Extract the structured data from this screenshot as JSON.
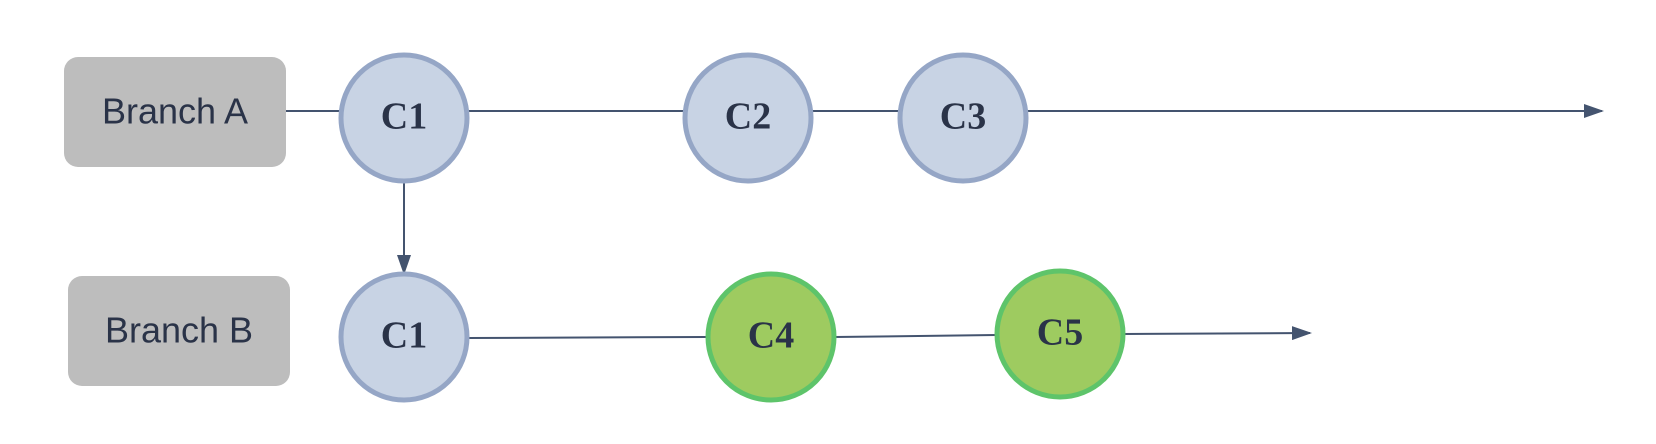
{
  "colors": {
    "label_fill": "#bdbdbd",
    "label_text": "#2a3348",
    "line": "#44546f",
    "commit_default_fill": "#c8d3e4",
    "commit_default_stroke": "#95a6c6",
    "commit_new_fill": "#9ecb60",
    "commit_new_stroke": "#5ec46a"
  },
  "branches": [
    {
      "label": "Branch A",
      "commits": [
        {
          "label": "C1",
          "style": "default"
        },
        {
          "label": "C2",
          "style": "default"
        },
        {
          "label": "C3",
          "style": "default"
        }
      ]
    },
    {
      "label": "Branch B",
      "commits": [
        {
          "label": "C1",
          "style": "default"
        },
        {
          "label": "C4",
          "style": "new"
        },
        {
          "label": "C5",
          "style": "new"
        }
      ]
    }
  ]
}
